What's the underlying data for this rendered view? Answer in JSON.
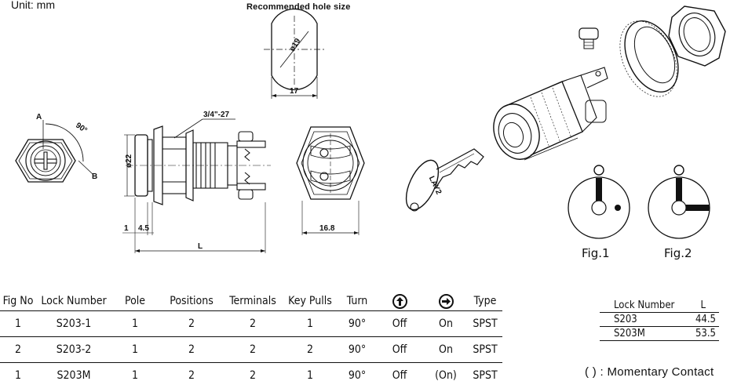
{
  "header": {
    "unit": "Unit:  mm",
    "hole_title": "Recommended hole size"
  },
  "dims": {
    "hole_dia": "ø19",
    "hole_width": "17",
    "thread": "3/4\"-27",
    "angle": "90°",
    "pos_a": "A",
    "pos_b": "B",
    "body_dia": "ø22",
    "d1": "1",
    "d45": "4.5",
    "len": "L",
    "term_width": "16.8",
    "key_text": "LAY2"
  },
  "figures": {
    "fig1": "Fig.1",
    "fig2": "Fig.2"
  },
  "spec_table": {
    "headers": [
      "Fig No",
      "Lock Number",
      "Pole",
      "Positions",
      "Terminals",
      "Key Pulls",
      "Turn",
      "",
      "",
      "Type"
    ],
    "icon_up": "arrow-up-circle-icon",
    "icon_right": "arrow-right-circle-icon",
    "rows": [
      [
        "1",
        "S203-1",
        "1",
        "2",
        "2",
        "1",
        "90°",
        "Off",
        "On",
        "SPST"
      ],
      [
        "2",
        "S203-2",
        "1",
        "2",
        "2",
        "2",
        "90°",
        "Off",
        "On",
        "SPST"
      ],
      [
        "1",
        "S203M",
        "1",
        "2",
        "2",
        "1",
        "90°",
        "Off",
        "(On)",
        "SPST"
      ]
    ]
  },
  "l_table": {
    "headers": [
      "Lock Number",
      "L"
    ],
    "rows": [
      [
        "S203",
        "44.5"
      ],
      [
        "S203M",
        "53.5"
      ]
    ]
  },
  "note": "(   ) : Momentary Contact"
}
